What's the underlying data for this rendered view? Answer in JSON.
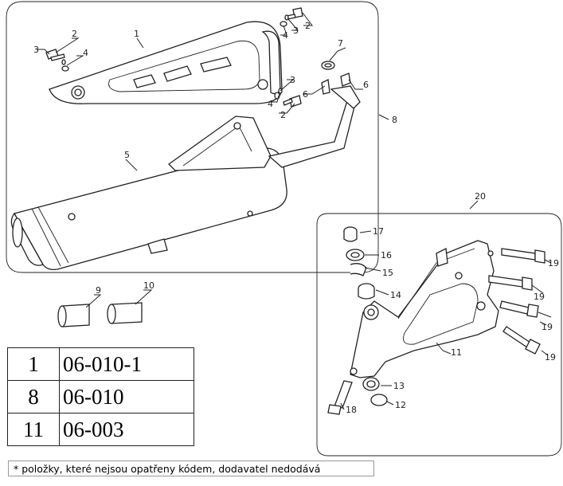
{
  "callouts": {
    "c1": "1",
    "c2a": "2",
    "c2b": "2",
    "c2c": "2",
    "c3a": "3",
    "c3b": "3",
    "c3c": "3",
    "c4a": "4",
    "c4b": "4",
    "c4c": "4",
    "c5": "5",
    "c6a": "6",
    "c6b": "6",
    "c7": "7",
    "c8": "8",
    "c9": "9",
    "c10": "10",
    "c11": "11",
    "c12": "12",
    "c13": "13",
    "c14": "14",
    "c15": "15",
    "c16": "16",
    "c17": "17",
    "c18": "18",
    "c19a": "19",
    "c19b": "19",
    "c19c": "19",
    "c19d": "19",
    "c20": "20"
  },
  "table": [
    {
      "num": "1",
      "code": "06-010-1"
    },
    {
      "num": "8",
      "code": "06-010"
    },
    {
      "num": "11",
      "code": "06-003"
    }
  ],
  "footnote": "* položky, které nejsou opatřeny kódem, dodavatel nedodává"
}
